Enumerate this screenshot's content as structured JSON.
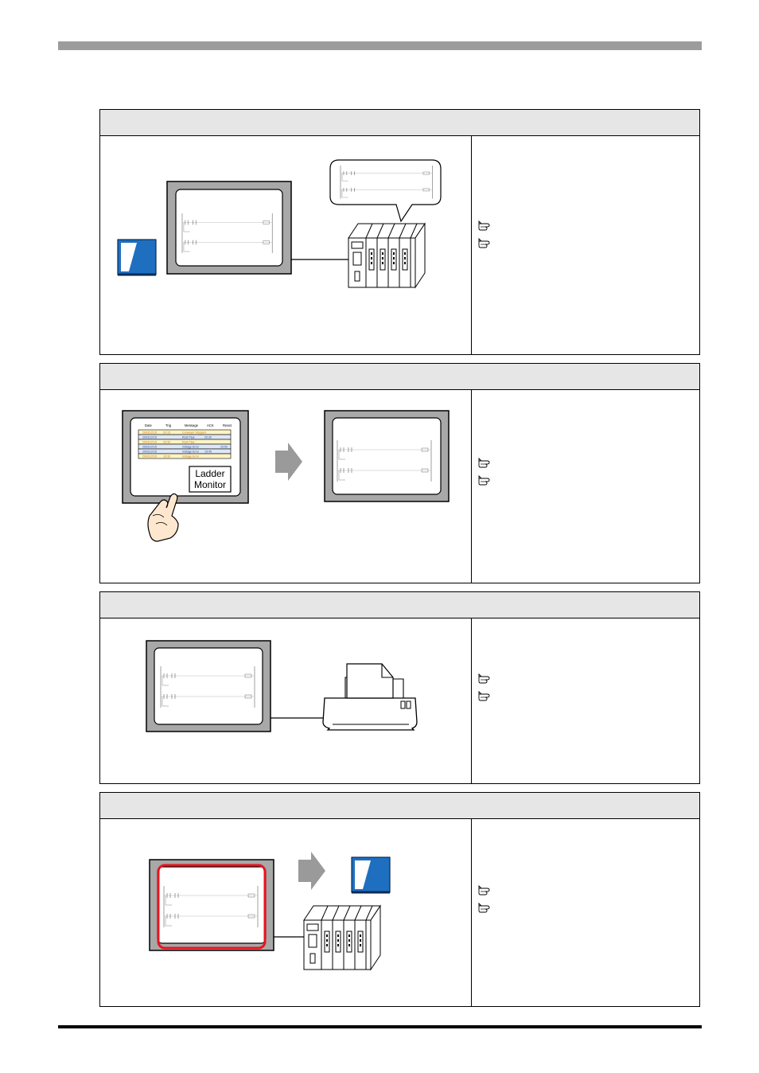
{
  "sections": [
    {
      "id": "s1",
      "header": "",
      "description": ""
    },
    {
      "id": "s2",
      "header": "",
      "description": ""
    },
    {
      "id": "s3",
      "header": "",
      "description": ""
    },
    {
      "id": "s4",
      "header": "",
      "description": ""
    }
  ],
  "alarm_screen": {
    "columns": [
      "Date",
      "Trig",
      "Message",
      "ACK",
      "Reset"
    ],
    "rows": [
      {
        "date": "2003/12/15",
        "trig": "20:15",
        "message": "Conveyor Stopped",
        "ack": "",
        "reset": ""
      },
      {
        "date": "2003/12/15",
        "trig": "",
        "message": "Rest Pipe",
        "ack": "20:30",
        "reset": ""
      },
      {
        "date": "2003/12/15",
        "trig": "20:30",
        "message": "Rest Pipe",
        "ack": "",
        "reset": ""
      },
      {
        "date": "2003/12/15",
        "trig": "",
        "message": "Voltage Error",
        "ack": "",
        "reset": "20:50"
      },
      {
        "date": "2003/12/15",
        "trig": "",
        "message": "Voltage Error",
        "ack": "15:45",
        "reset": ""
      },
      {
        "date": "2003/12/15",
        "trig": "16:30",
        "message": "Voltage Error",
        "ack": "",
        "reset": ""
      }
    ]
  },
  "ladder_button": {
    "line1": "Ladder",
    "line2": "Monitor"
  },
  "colors": {
    "accent_blue": "#1f6fc0",
    "highlight_red": "#e8141e",
    "bezel_gray": "#a8a8a8",
    "header_gray": "#e6e6e6"
  },
  "icons": [
    "memory-card-icon",
    "plc-icon",
    "printer-icon",
    "pointing-hand-icon",
    "arrow-right-icon",
    "reference-hand-icon"
  ]
}
